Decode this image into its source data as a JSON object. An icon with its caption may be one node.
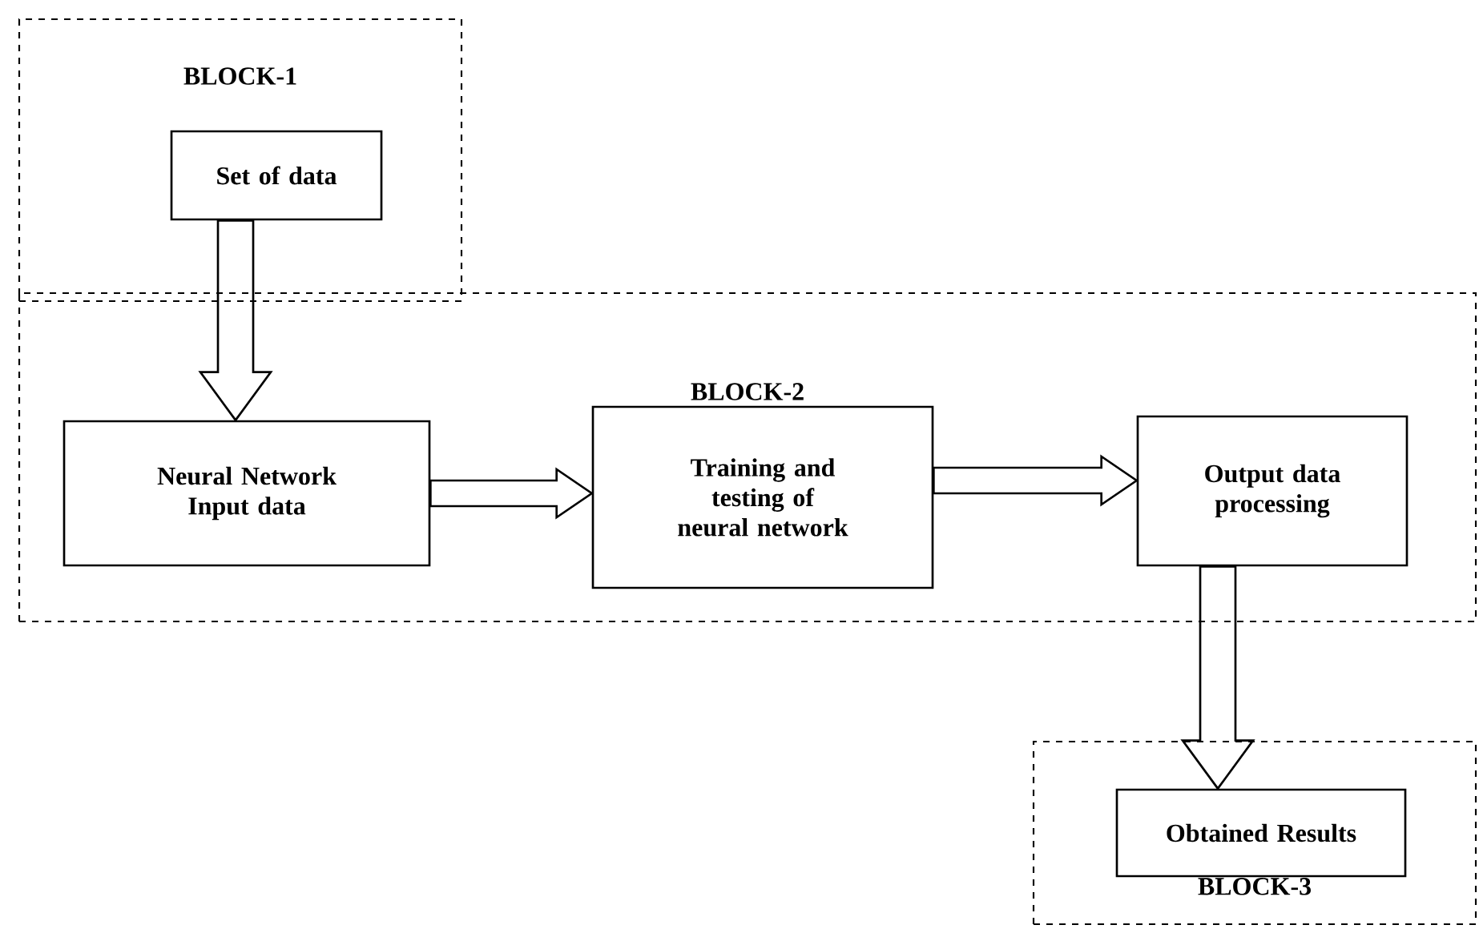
{
  "diagram": {
    "nodes": [
      {
        "text": [
          "BLOCK-1"
        ]
      },
      {
        "text": [
          "Set of data"
        ],
        "in": 0
      },
      {
        "text": [
          "BLOCK-2"
        ]
      },
      {
        "text": [
          "Neural Network Input data"
        ],
        "in": 2
      },
      {
        "text": [
          "Training and testing of neural network"
        ],
        "in": 2
      },
      {
        "text": [
          "Output data processing"
        ],
        "in": 2
      },
      {
        "text": [
          "BLOCK-3"
        ]
      },
      {
        "text": [
          "Obtained Results"
        ],
        "in": 6
      }
    ],
    "edges": [
      {
        "from": 1,
        "to": 3,
        "arrow": "to"
      },
      {
        "from": 3,
        "to": 4,
        "arrow": "to"
      },
      {
        "from": 4,
        "to": 5,
        "arrow": "to"
      },
      {
        "from": 5,
        "to": 7,
        "arrow": "to"
      }
    ]
  }
}
